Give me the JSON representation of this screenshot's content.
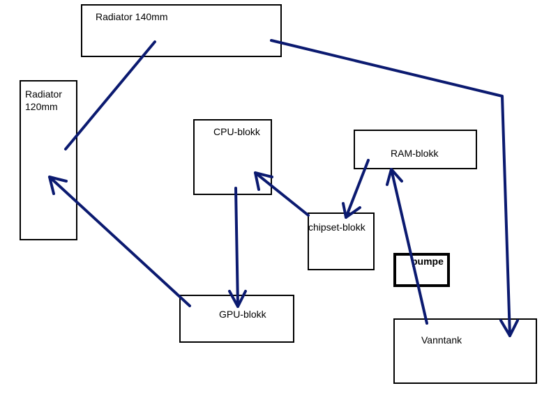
{
  "colors": {
    "arrow": "#0b1a70",
    "box_border": "#000000",
    "text": "#000000"
  },
  "nodes": {
    "radiator_140": {
      "label": "Radiator 140mm"
    },
    "radiator_120": {
      "label": "Radiator 120mm"
    },
    "cpu": {
      "label": "CPU-blokk"
    },
    "ram": {
      "label": "RAM-blokk"
    },
    "chipset": {
      "label": "chipset-blokk"
    },
    "pump": {
      "label": "pumpe"
    },
    "gpu": {
      "label": "GPU-blokk"
    },
    "tank": {
      "label": "Vanntank"
    }
  },
  "connections": [
    {
      "from": "radiator_140",
      "to": "vanntank",
      "arrowhead": true
    },
    {
      "from": "radiator_140",
      "to": "radiator_120",
      "arrowhead": false
    },
    {
      "from": "vanntank",
      "to": "ram",
      "arrowhead": true
    },
    {
      "from": "ram",
      "to": "chipset",
      "arrowhead": true
    },
    {
      "from": "chipset",
      "to": "cpu",
      "arrowhead": true
    },
    {
      "from": "cpu",
      "to": "gpu",
      "arrowhead": true
    },
    {
      "from": "gpu",
      "to": "radiator_120",
      "arrowhead": true
    }
  ]
}
